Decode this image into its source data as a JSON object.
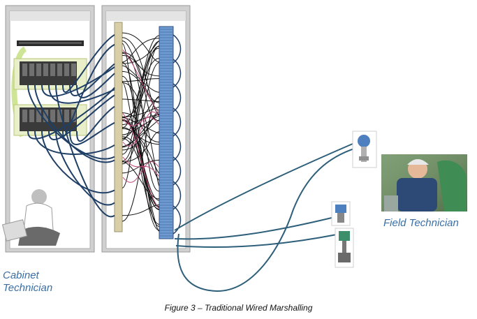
{
  "figure": {
    "caption": "Figure 3 – Traditional Wired Marshalling",
    "labels": {
      "cabinet_line1": "Cabinet",
      "cabinet_line2": "Technician",
      "field": "Field Technician"
    }
  },
  "colors": {
    "cable_blue": "#1f3f66",
    "field_cable": "#2e5f7a",
    "terminal_blue": "#6f9bd3",
    "terminal_strip": "#d8cfa8",
    "cabinet_frame": "#c8c8c8",
    "highlight_green": "#c9e28a",
    "label_blue": "#3a6ea5"
  },
  "icons": [
    "controller-rack-icon",
    "io-card-icon",
    "pressure-transmitter-icon",
    "flow-transmitter-icon",
    "control-valve-icon",
    "technician-photo"
  ]
}
